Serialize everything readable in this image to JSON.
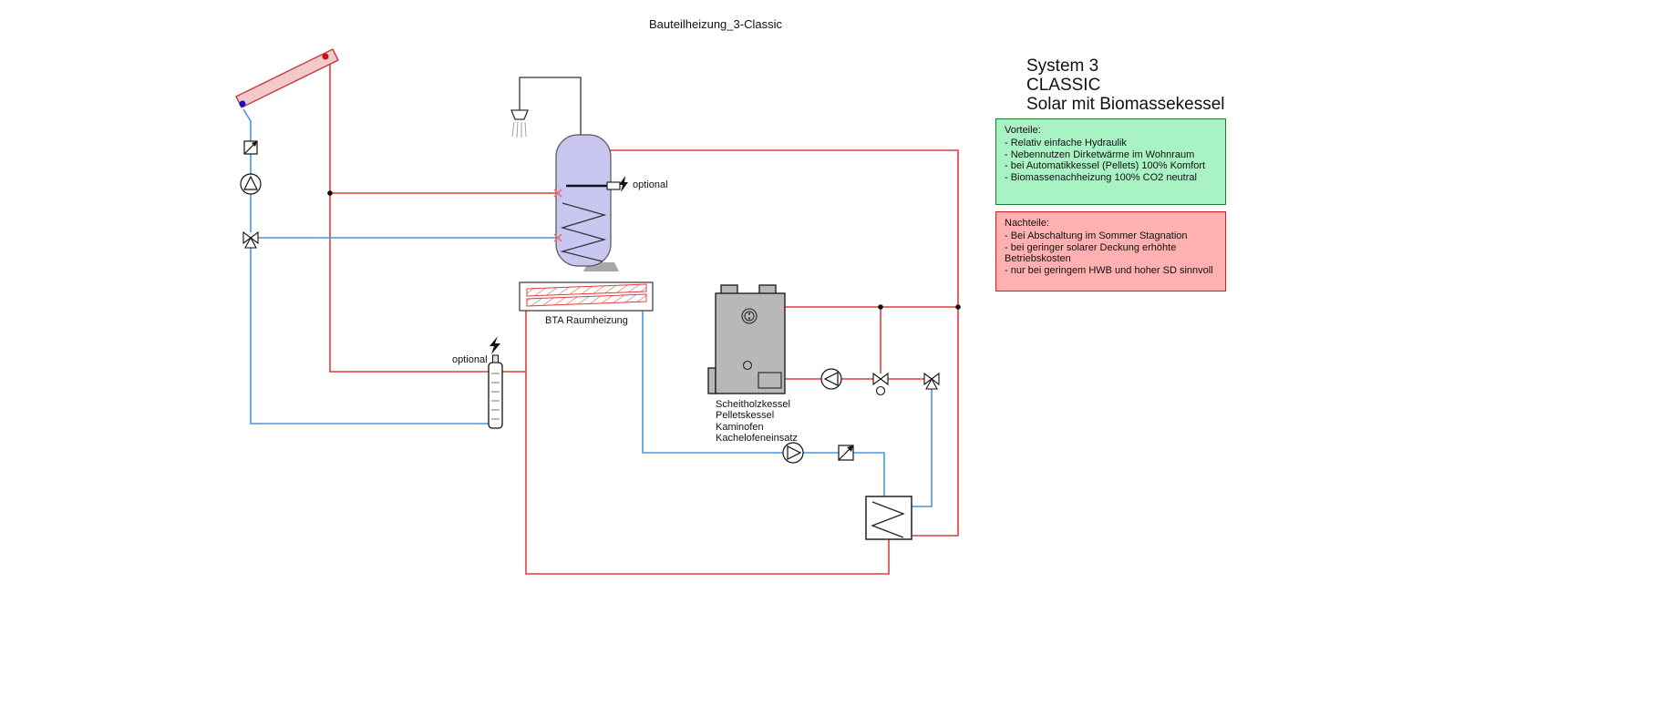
{
  "title": "Bauteilheizung_3-Classic",
  "panel": {
    "heading_lines": [
      "System 3",
      "CLASSIC",
      "Solar mit Biomassekessel"
    ],
    "vorteile": {
      "title": "Vorteile:",
      "items": [
        "- Relativ einfache Hydraulik",
        "- Nebennutzen Dirketwärme im Wohnraum",
        "- bei Automatikkessel (Pellets) 100% Komfort",
        "- Biomassenachheizung 100% CO2 neutral"
      ]
    },
    "nachteile": {
      "title": "Nachteile:",
      "items": [
        "- Bei Abschaltung im Sommer Stagnation",
        "- bei geringer solarer Deckung erhöhte Betriebskosten",
        "- nur bei geringem HWB und hoher SD sinnvoll"
      ]
    }
  },
  "diagram": {
    "labels": {
      "optional_tank_element": "optional",
      "optional_inline_heater": "optional",
      "bta": "BTA Raumheizung",
      "boiler_lines": [
        "Scheitholzkessel",
        "Pelletskessel",
        "Kaminofen",
        "Kachelofeneinsatz"
      ]
    },
    "colors": {
      "hot": "#e23c3c",
      "cold": "#4a95e0",
      "collector_fill": "#f5c9c9",
      "collector_stroke": "#c23b3b",
      "collector_port_hot": "#cc1111",
      "collector_port_cold": "#1111cc",
      "tank_fill": "#c9c6f2",
      "tank_x_mark": "#e57373",
      "boiler_fill": "#b8b8b8",
      "vorteile_fill": "#a8f2c4",
      "vorteile_border": "#1f7a33",
      "nachteile_fill": "#ffb0b0",
      "nachteile_border": "#d01f1f"
    }
  }
}
